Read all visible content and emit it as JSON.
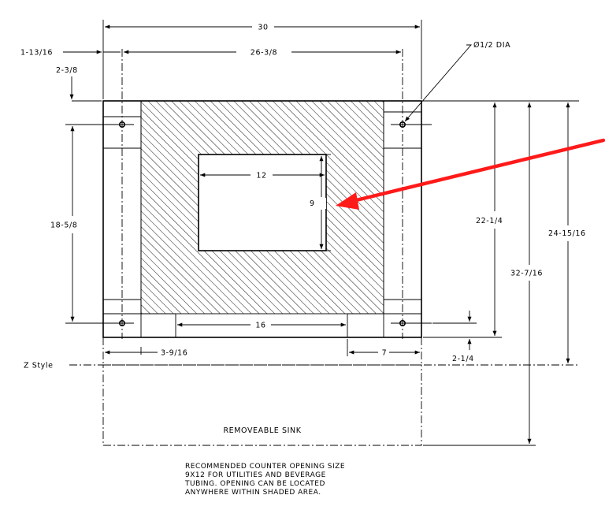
{
  "dimensions": {
    "overall_width": "30",
    "hole_spacing": "26-3/8",
    "left_edge_to_hole": "1-13/16",
    "top_to_hole": "2-3/8",
    "hole_dia": "Ø1/2 DIA",
    "opening_width": "12",
    "opening_height": "9",
    "left_hole_span": "18-5/8",
    "right_inner_height": "22-1/4",
    "right_outer_height": "24-15/16",
    "sink_total_height": "32-7/16",
    "bottom_center_width": "16",
    "bottom_left_offset": "3-9/16",
    "bottom_right_width": "7",
    "bottom_right_height": "2-1/4"
  },
  "labels": {
    "style_line": "Z Style",
    "sink": "REMOVEABLE SINK"
  },
  "note": [
    "RECOMMENDED COUNTER OPENING SIZE",
    "9X12 FOR UTILITIES AND BEVERAGE",
    "TUBING. OPENING CAN BE LOCATED",
    "ANYWHERE WITHIN SHADED AREA."
  ],
  "colors": {
    "line": "#000000",
    "arrow": "#ff1a1a"
  }
}
